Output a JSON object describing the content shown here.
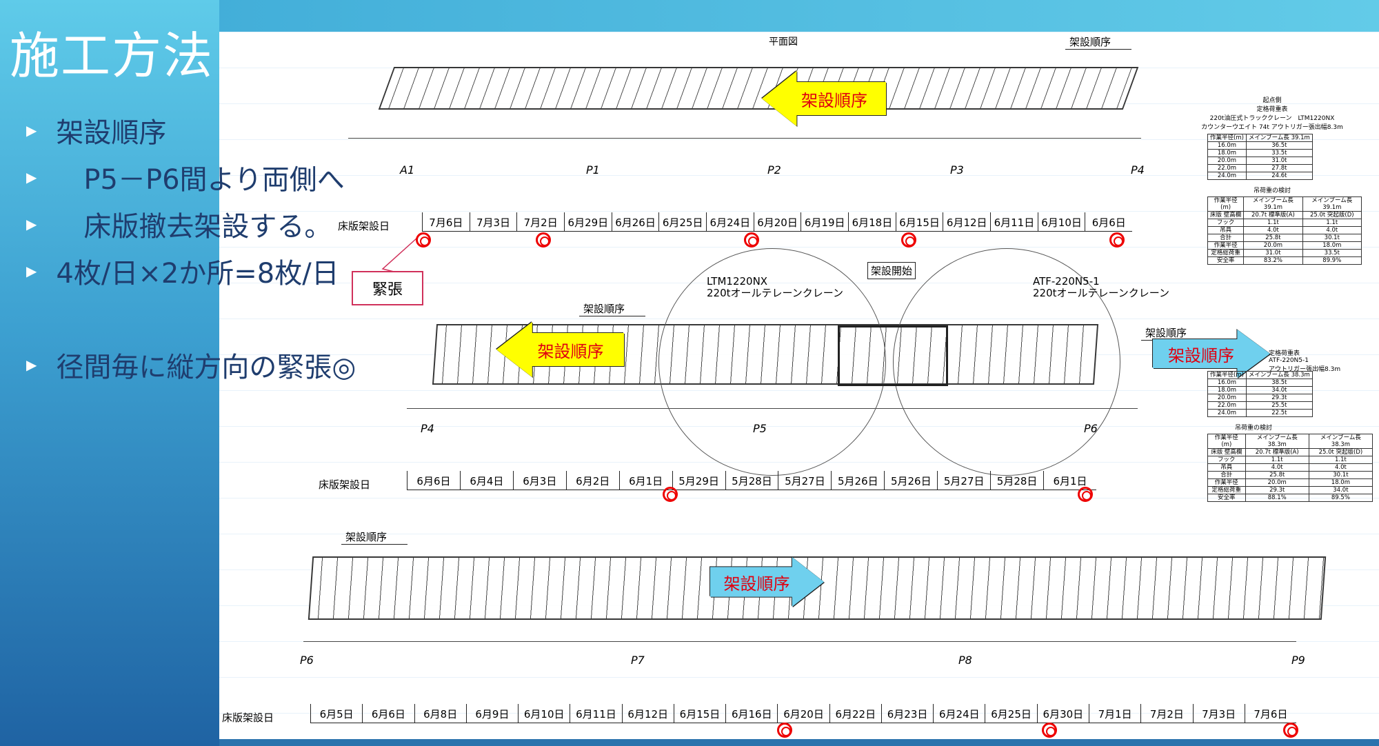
{
  "slide": {
    "title": "施工方法",
    "bullets": [
      "架設順序",
      "　P5－P6間より両側へ",
      "　床版撤去架設する。",
      "4枚/日×2か所=8枚/日",
      "径間毎に縦方向の緊張◎"
    ]
  },
  "drawing": {
    "plan_title": "平面図",
    "erection_order": "架設順序",
    "slab_date_label": "床版架設日",
    "tension_label": "緊張",
    "start_label": "架設開始",
    "crane1": {
      "model": "LTM1220NX",
      "name": "220tオールテレーンクレーン"
    },
    "crane2": {
      "model": "ATF-220N5-1",
      "name": "220tオールテレーンクレーン"
    },
    "section1": {
      "piers": [
        "A1",
        "P1",
        "P2",
        "P3",
        "P4"
      ],
      "dates": [
        "7月6日",
        "7月3日",
        "7月2日",
        "6月29日",
        "6月26日",
        "6月25日",
        "6月24日",
        "6月20日",
        "6月19日",
        "6月18日",
        "6月15日",
        "6月12日",
        "6月11日",
        "6月10日",
        "6月6日"
      ]
    },
    "section2": {
      "piers": [
        "P4",
        "P5",
        "P6"
      ],
      "dates": [
        "6月6日",
        "6月4日",
        "6月3日",
        "6月2日",
        "6月1日",
        "5月29日",
        "5月28日",
        "5月27日",
        "5月26日",
        "5月26日",
        "5月27日",
        "5月28日",
        "6月1日"
      ]
    },
    "section3": {
      "piers": [
        "P6",
        "P7",
        "P8",
        "P9"
      ],
      "dates": [
        "6月5日",
        "6月6日",
        "6月8日",
        "6月9日",
        "6月10日",
        "6月11日",
        "6月12日",
        "6月15日",
        "6月16日",
        "6月20日",
        "6月22日",
        "6月23日",
        "6月24日",
        "6月25日",
        "6月30日",
        "7月1日",
        "7月2日",
        "7月3日",
        "7月6日"
      ]
    },
    "table1": {
      "header": [
        "起点側",
        "定格荷重表",
        "220t油圧式トラッククレーン　LTM1220NX",
        "カウンターウエイト 74t アウトリガー張出幅8.3m"
      ],
      "rated": [
        [
          "作業半径(m)",
          "メインブーム長 39.1m"
        ],
        [
          "16.0m",
          "36.5t"
        ],
        [
          "18.0m",
          "33.5t"
        ],
        [
          "20.0m",
          "31.0t"
        ],
        [
          "22.0m",
          "27.8t"
        ],
        [
          "24.0m",
          "24.6t"
        ]
      ],
      "check_title": "吊荷重の検討",
      "check": [
        [
          "作業半径(m)",
          "メインブーム長 39.1m",
          "メインブーム長 39.1m"
        ],
        [
          "床版 壁高欄",
          "20.7t 標準版(A)",
          "25.0t 突起版(D)"
        ],
        [
          "フック",
          "1.1t",
          "1.1t"
        ],
        [
          "吊具",
          "4.0t",
          "4.0t"
        ],
        [
          "合計",
          "25.8t",
          "30.1t"
        ],
        [
          "作業半径",
          "20.0m",
          "18.0m"
        ],
        [
          "定格総荷重",
          "31.0t",
          "33.5t"
        ],
        [
          "安全率",
          "83.2%",
          "89.9%"
        ]
      ]
    },
    "table2": {
      "header": [
        "定格荷重表",
        "ATF-220N5-1",
        "アウトリガー張出幅8.3m"
      ],
      "rated": [
        [
          "作業半径(m)",
          "メインブーム長 38.3m"
        ],
        [
          "16.0m",
          "38.5t"
        ],
        [
          "18.0m",
          "34.0t"
        ],
        [
          "20.0m",
          "29.3t"
        ],
        [
          "22.0m",
          "25.5t"
        ],
        [
          "24.0m",
          "22.5t"
        ]
      ],
      "check_title": "吊荷重の検討",
      "check": [
        [
          "作業半径(m)",
          "メインブーム長 38.3m",
          "メインブーム長 38.3m"
        ],
        [
          "床版 壁高欄",
          "20.7t 標準版(A)",
          "25.0t 突起版(D)"
        ],
        [
          "フック",
          "1.1t",
          "1.1t"
        ],
        [
          "吊具",
          "4.0t",
          "4.0t"
        ],
        [
          "合計",
          "25.8t",
          "30.1t"
        ],
        [
          "作業半径",
          "20.0m",
          "18.0m"
        ],
        [
          "定格総荷重",
          "29.3t",
          "34.0t"
        ],
        [
          "安全率",
          "88.1%",
          "89.5%"
        ]
      ]
    }
  },
  "colors": {
    "accent_red": "#e00010",
    "arrow_yellow": "#ffff00",
    "arrow_blue": "#6fd0ee"
  }
}
